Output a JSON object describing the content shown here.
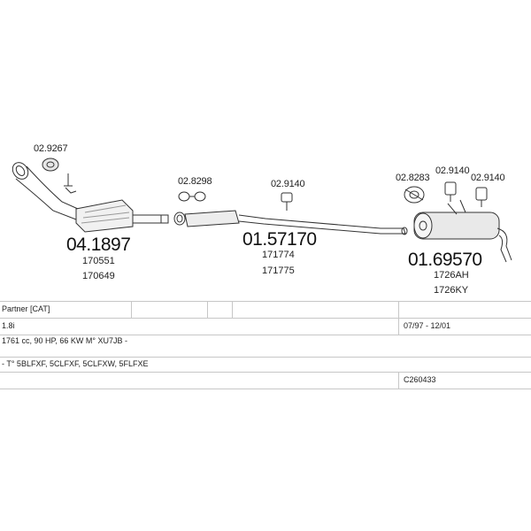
{
  "diagram": {
    "parts": [
      {
        "code": "04.1897",
        "refs": [
          "170551",
          "170649"
        ]
      },
      {
        "code": "01.57170",
        "refs": [
          "171774",
          "171775"
        ]
      },
      {
        "code": "01.69570",
        "refs": [
          "1726AH",
          "1726KY"
        ]
      }
    ],
    "accessories": [
      "02.9267",
      "02.8298",
      "02.9140",
      "02.8283",
      "02.9140",
      "02.9140"
    ]
  },
  "info": {
    "model": "Partner  [CAT]",
    "engine": "1.8i",
    "period": "07/97  -  12/01",
    "engine_details": "1761 cc, 90 HP, 66 KW  M° XU7JB -",
    "types": "- T° 5BLFXF, 5CLFXF, 5CLFXW, 5FLFXE",
    "catalog_code": "C260433"
  }
}
